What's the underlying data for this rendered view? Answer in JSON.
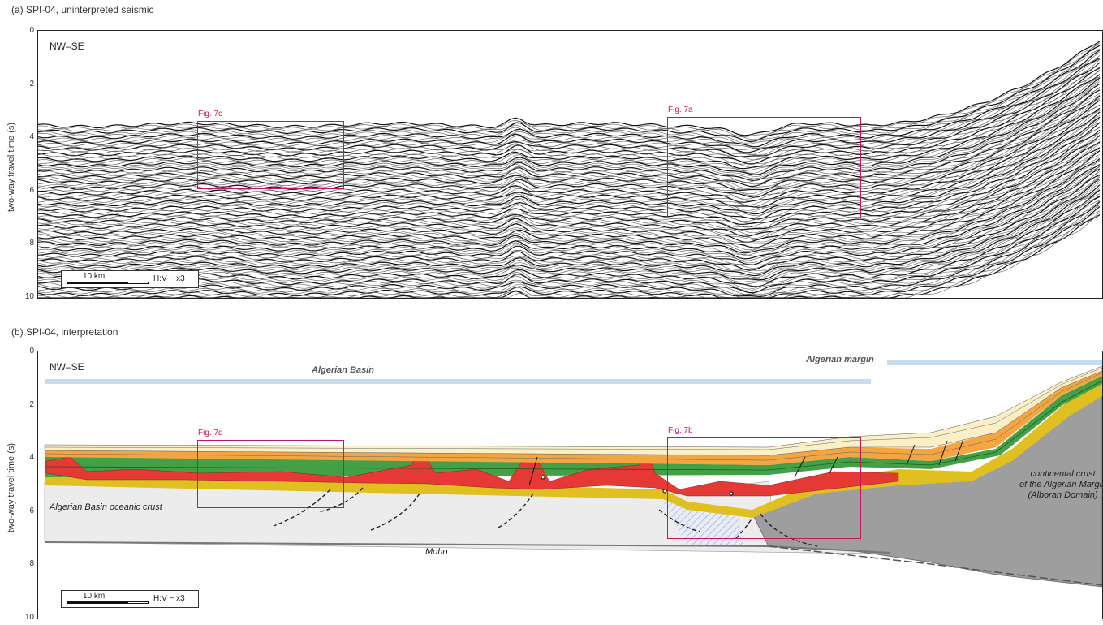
{
  "panel_a": {
    "title": "(a) SPI-04, uninterpreted seismic",
    "direction": "NW–SE",
    "ylabel": "two-way travel time (s)",
    "y_ticks": [
      "0",
      "2",
      "4",
      "6",
      "8",
      "10"
    ],
    "fig_box_1": "Fig. 7c",
    "fig_box_2": "Fig. 7a",
    "scale_km": "10 km",
    "scale_hv": "H:V ~ x3"
  },
  "panel_b": {
    "title": "(b) SPI-04, interpretation",
    "direction": "NW–SE",
    "ylabel": "two-way travel time (s)",
    "y_ticks": [
      "0",
      "2",
      "4",
      "6",
      "8",
      "10"
    ],
    "fig_box_1": "Fig. 7d",
    "fig_box_2": "Fig. 7b",
    "scale_km": "10 km",
    "scale_hv": "H:V ~ x3",
    "algerian_basin": "Algerian Basin",
    "algerian_margin": "Algerian margin",
    "oceanic_crust": "Algerian Basin oceanic crust",
    "moho": "Moho",
    "continental_line1": "continental crust",
    "continental_line2": "of the Algerian Margin",
    "continental_line3": "(Alboran Domain)"
  },
  "colors": {
    "figure_box": "#c2185b",
    "basin_bar": "#c8dcf0",
    "red_unit": "#e53935",
    "green_unit": "#43a047",
    "yellow_unit": "#e0c020",
    "orange_unit": "#f2a541",
    "oceanic_crust": "#ececec",
    "continental_crust": "#9e9e9e"
  }
}
